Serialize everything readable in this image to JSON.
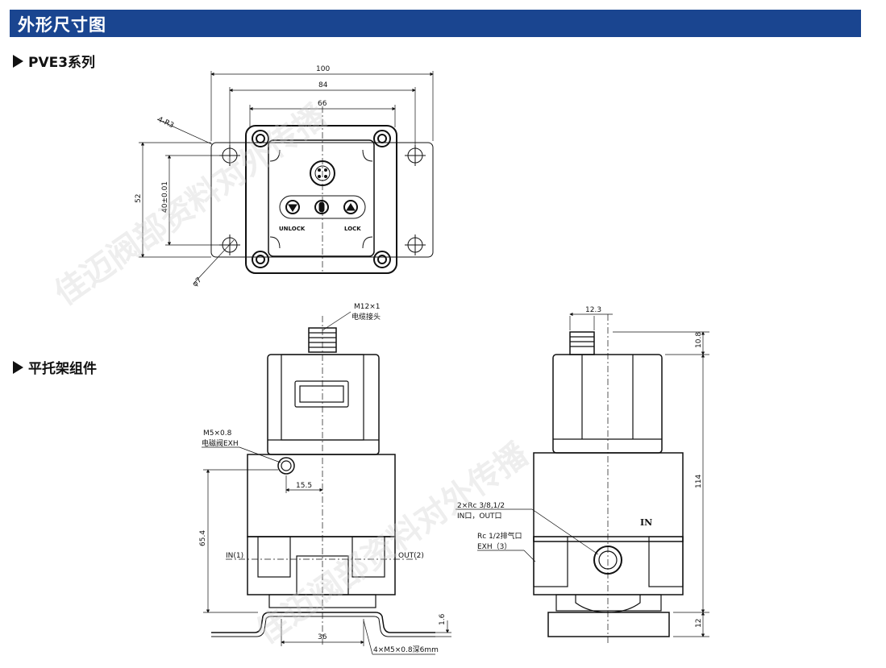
{
  "header": {
    "title": "外形尺寸图"
  },
  "sections": {
    "pve3": "PVE3系列",
    "bracket": "平托架组件"
  },
  "top_view": {
    "dims": {
      "w100": "100",
      "w84": "84",
      "w66": "66",
      "r3": "4-R3",
      "h52": "52",
      "h40": "40±0.01",
      "phi7": "φ7"
    },
    "labels": {
      "unlock": "UNLOCK",
      "lock": "LOCK"
    }
  },
  "front_view": {
    "connector": "M12×1",
    "connector_desc": "电缆接头",
    "exh": "M5×0.8",
    "exh_desc": "电磁阀EXH",
    "d15_5": "15.5",
    "d65_4": "65.4",
    "in1": "IN(1)",
    "out2": "OUT(2)",
    "d36": "36",
    "d1_6": "1.6",
    "screw": "4×M5×0.8深6mm"
  },
  "side_view": {
    "d12_3": "12.3",
    "d10_8": "10.8",
    "d114": "114",
    "d12": "12",
    "port": "2×Rc 3/8,1/2",
    "port_desc": "IN口，OUT口",
    "exhaust": "Rc 1/2排气口",
    "exhaust_desc": "EXH（3）",
    "in_mark": "IN"
  },
  "watermark": "佳迈阀部资料对外传播"
}
